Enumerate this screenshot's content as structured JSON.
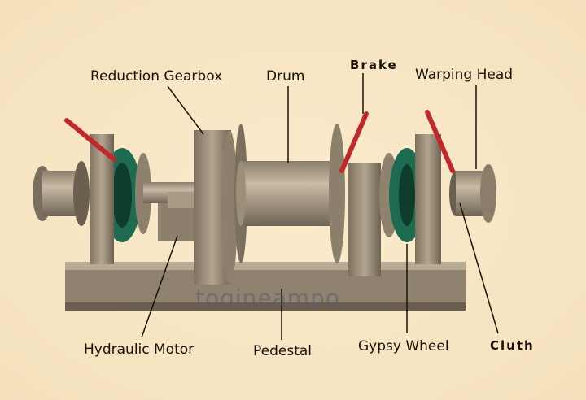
{
  "labels": {
    "reduction_gearbox": "Reduction Gearbox",
    "drum": "Drum",
    "brake": "Brake",
    "warping_head": "Warping Head",
    "hydraulic_motor": "Hydraulic Motor",
    "pedestal": "Pedestal",
    "gypsy_wheel": "Gypsy Wheel",
    "clutch": "Cluth"
  },
  "watermark": "togineampo",
  "colors": {
    "background": "#f7e6c4",
    "metal": "#a39480",
    "lever": "#c0282a",
    "green": "#1f6b52"
  }
}
